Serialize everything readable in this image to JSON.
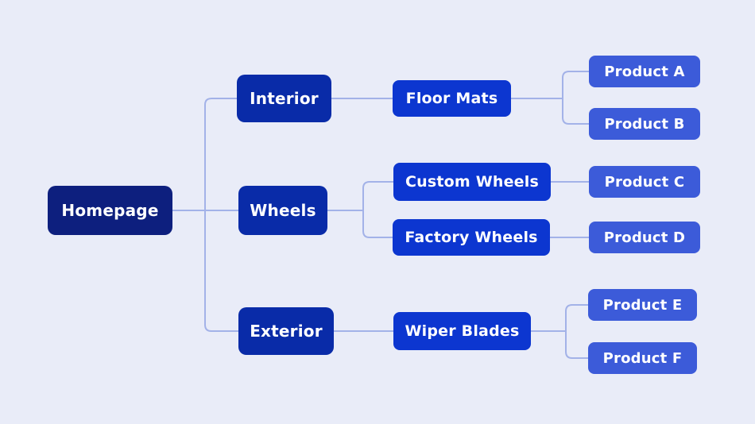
{
  "colors": {
    "background": "#e9ecf8",
    "connector": "#a3b2e8",
    "homepage_node": "#0d1f7e",
    "category_node": "#092ba8",
    "subcategory_node": "#0c36d0",
    "product_node": "#3c5bd9",
    "node_text": "#ffffff"
  },
  "nodes": {
    "homepage": {
      "label": "Homepage"
    },
    "interior": {
      "label": "Interior"
    },
    "wheels": {
      "label": "Wheels"
    },
    "exterior": {
      "label": "Exterior"
    },
    "floor_mats": {
      "label": "Floor Mats"
    },
    "custom_wheels": {
      "label": "Custom Wheels"
    },
    "factory_wheels": {
      "label": "Factory Wheels"
    },
    "wiper_blades": {
      "label": "Wiper Blades"
    },
    "product_a": {
      "label": "Product A"
    },
    "product_b": {
      "label": "Product B"
    },
    "product_c": {
      "label": "Product C"
    },
    "product_d": {
      "label": "Product D"
    },
    "product_e": {
      "label": "Product E"
    },
    "product_f": {
      "label": "Product F"
    }
  },
  "hierarchy": {
    "homepage": [
      "interior",
      "wheels",
      "exterior"
    ],
    "interior": [
      "floor_mats"
    ],
    "floor_mats": [
      "product_a",
      "product_b"
    ],
    "wheels": [
      "custom_wheels",
      "factory_wheels"
    ],
    "custom_wheels": [
      "product_c"
    ],
    "factory_wheels": [
      "product_d"
    ],
    "exterior": [
      "wiper_blades"
    ],
    "wiper_blades": [
      "product_e",
      "product_f"
    ]
  }
}
